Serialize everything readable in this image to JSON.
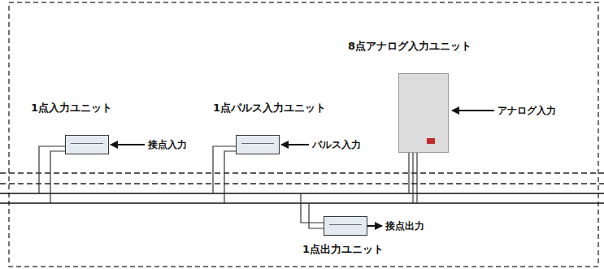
{
  "diagram": {
    "nodes": [
      {
        "text": [
          "1点入力ユニット"
        ]
      },
      {
        "text": [
          "1点パルス入力ユニット"
        ]
      },
      {
        "text": [
          "8点アナログ入力ユニット"
        ]
      },
      {
        "text": [
          "1点出力ユニット"
        ]
      }
    ],
    "labels": [
      "接点入力",
      "パルス入力",
      "アナログ入力",
      "接点出力"
    ]
  }
}
